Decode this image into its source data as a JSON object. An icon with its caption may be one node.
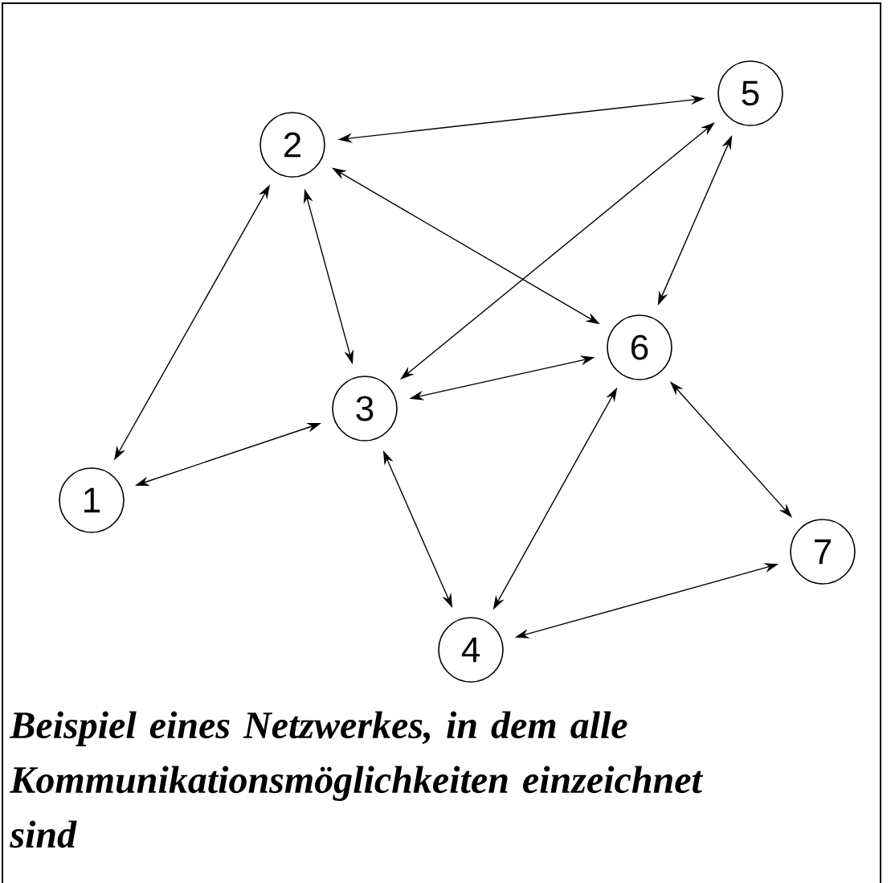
{
  "diagram": {
    "caption": "Beispiel eines Netzwerkes, in dem alle Kommunikationsmöglichkeiten einzeichnet sind",
    "nodes": [
      {
        "text": [
          "1"
        ]
      },
      {
        "text": [
          "2"
        ]
      },
      {
        "text": [
          "3"
        ]
      },
      {
        "text": [
          "4"
        ]
      },
      {
        "text": [
          "5"
        ]
      },
      {
        "text": [
          "6"
        ]
      },
      {
        "text": [
          "7"
        ]
      }
    ],
    "edges": [
      {
        "from": 0,
        "to": 1,
        "arrow": "both"
      },
      {
        "from": 0,
        "to": 2,
        "arrow": "both"
      },
      {
        "from": 1,
        "to": 4,
        "arrow": "both"
      },
      {
        "from": 1,
        "to": 2,
        "arrow": "both"
      },
      {
        "from": 1,
        "to": 5,
        "arrow": "both"
      },
      {
        "from": 2,
        "to": 4,
        "arrow": "both"
      },
      {
        "from": 2,
        "to": 5,
        "arrow": "both"
      },
      {
        "from": 2,
        "to": 3,
        "arrow": "both"
      },
      {
        "from": 3,
        "to": 5,
        "arrow": "both"
      },
      {
        "from": 3,
        "to": 6,
        "arrow": "both"
      },
      {
        "from": 4,
        "to": 5,
        "arrow": "both"
      },
      {
        "from": 5,
        "to": 6,
        "arrow": "both"
      }
    ]
  }
}
